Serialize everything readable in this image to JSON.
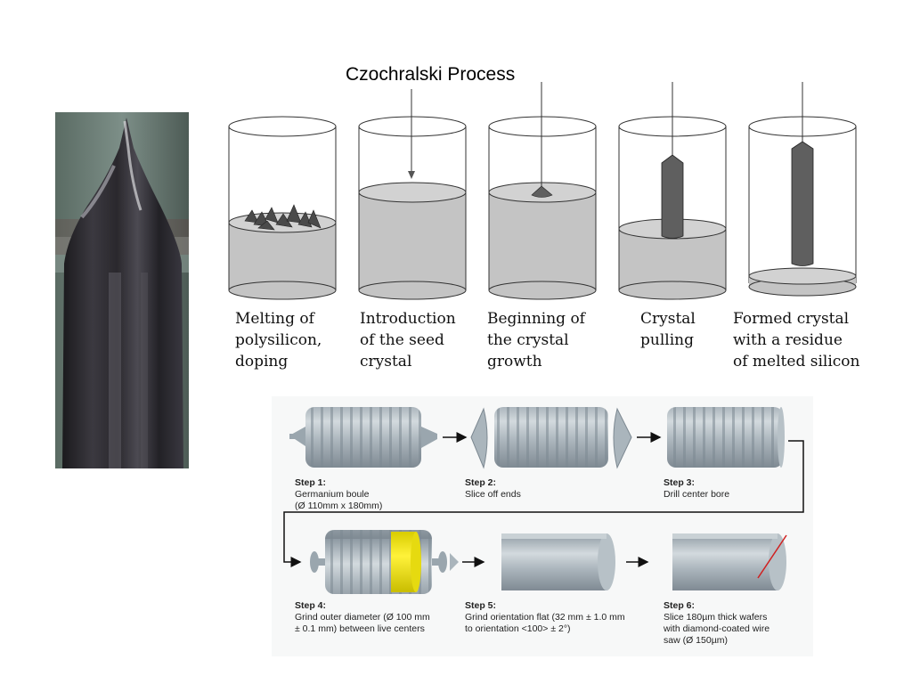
{
  "title": "Czochralski Process",
  "cylinders": [
    {
      "caption": [
        "Melting of",
        "polysilicon,",
        "doping"
      ]
    },
    {
      "caption": [
        "Introduction",
        "of the seed",
        "crystal"
      ]
    },
    {
      "caption": [
        "Beginning of",
        "the crystal",
        "growth"
      ]
    },
    {
      "caption": [
        "Crystal",
        "pulling"
      ]
    },
    {
      "caption": [
        "Formed crystal",
        "with a residue",
        "of melted silicon"
      ]
    }
  ],
  "steps": [
    {
      "label": "Step 1:",
      "lines": [
        "Germanium boule",
        "(Ø 110mm x 180mm)"
      ]
    },
    {
      "label": "Step 2:",
      "lines": [
        "Slice off ends"
      ]
    },
    {
      "label": "Step 3:",
      "lines": [
        "Drill center bore"
      ]
    },
    {
      "label": "Step 4:",
      "lines": [
        "Grind outer diameter (Ø 100 mm",
        "± 0.1 mm) between live centers"
      ]
    },
    {
      "label": "Step 5:",
      "lines": [
        "Grind orientation flat (32 mm ± 1.0 mm",
        "to orientation <100> ± 2°)"
      ]
    },
    {
      "label": "Step 6:",
      "lines": [
        "Slice 180µm thick wafers",
        "with diamond-coated wire",
        "saw (Ø 150µm)"
      ]
    }
  ],
  "colors": {
    "melt": "#c4c4c4",
    "crystal": "#5f5f5f",
    "boule": "#a9b4bc",
    "highlight": "#f2e600",
    "wire": "#d02020"
  }
}
